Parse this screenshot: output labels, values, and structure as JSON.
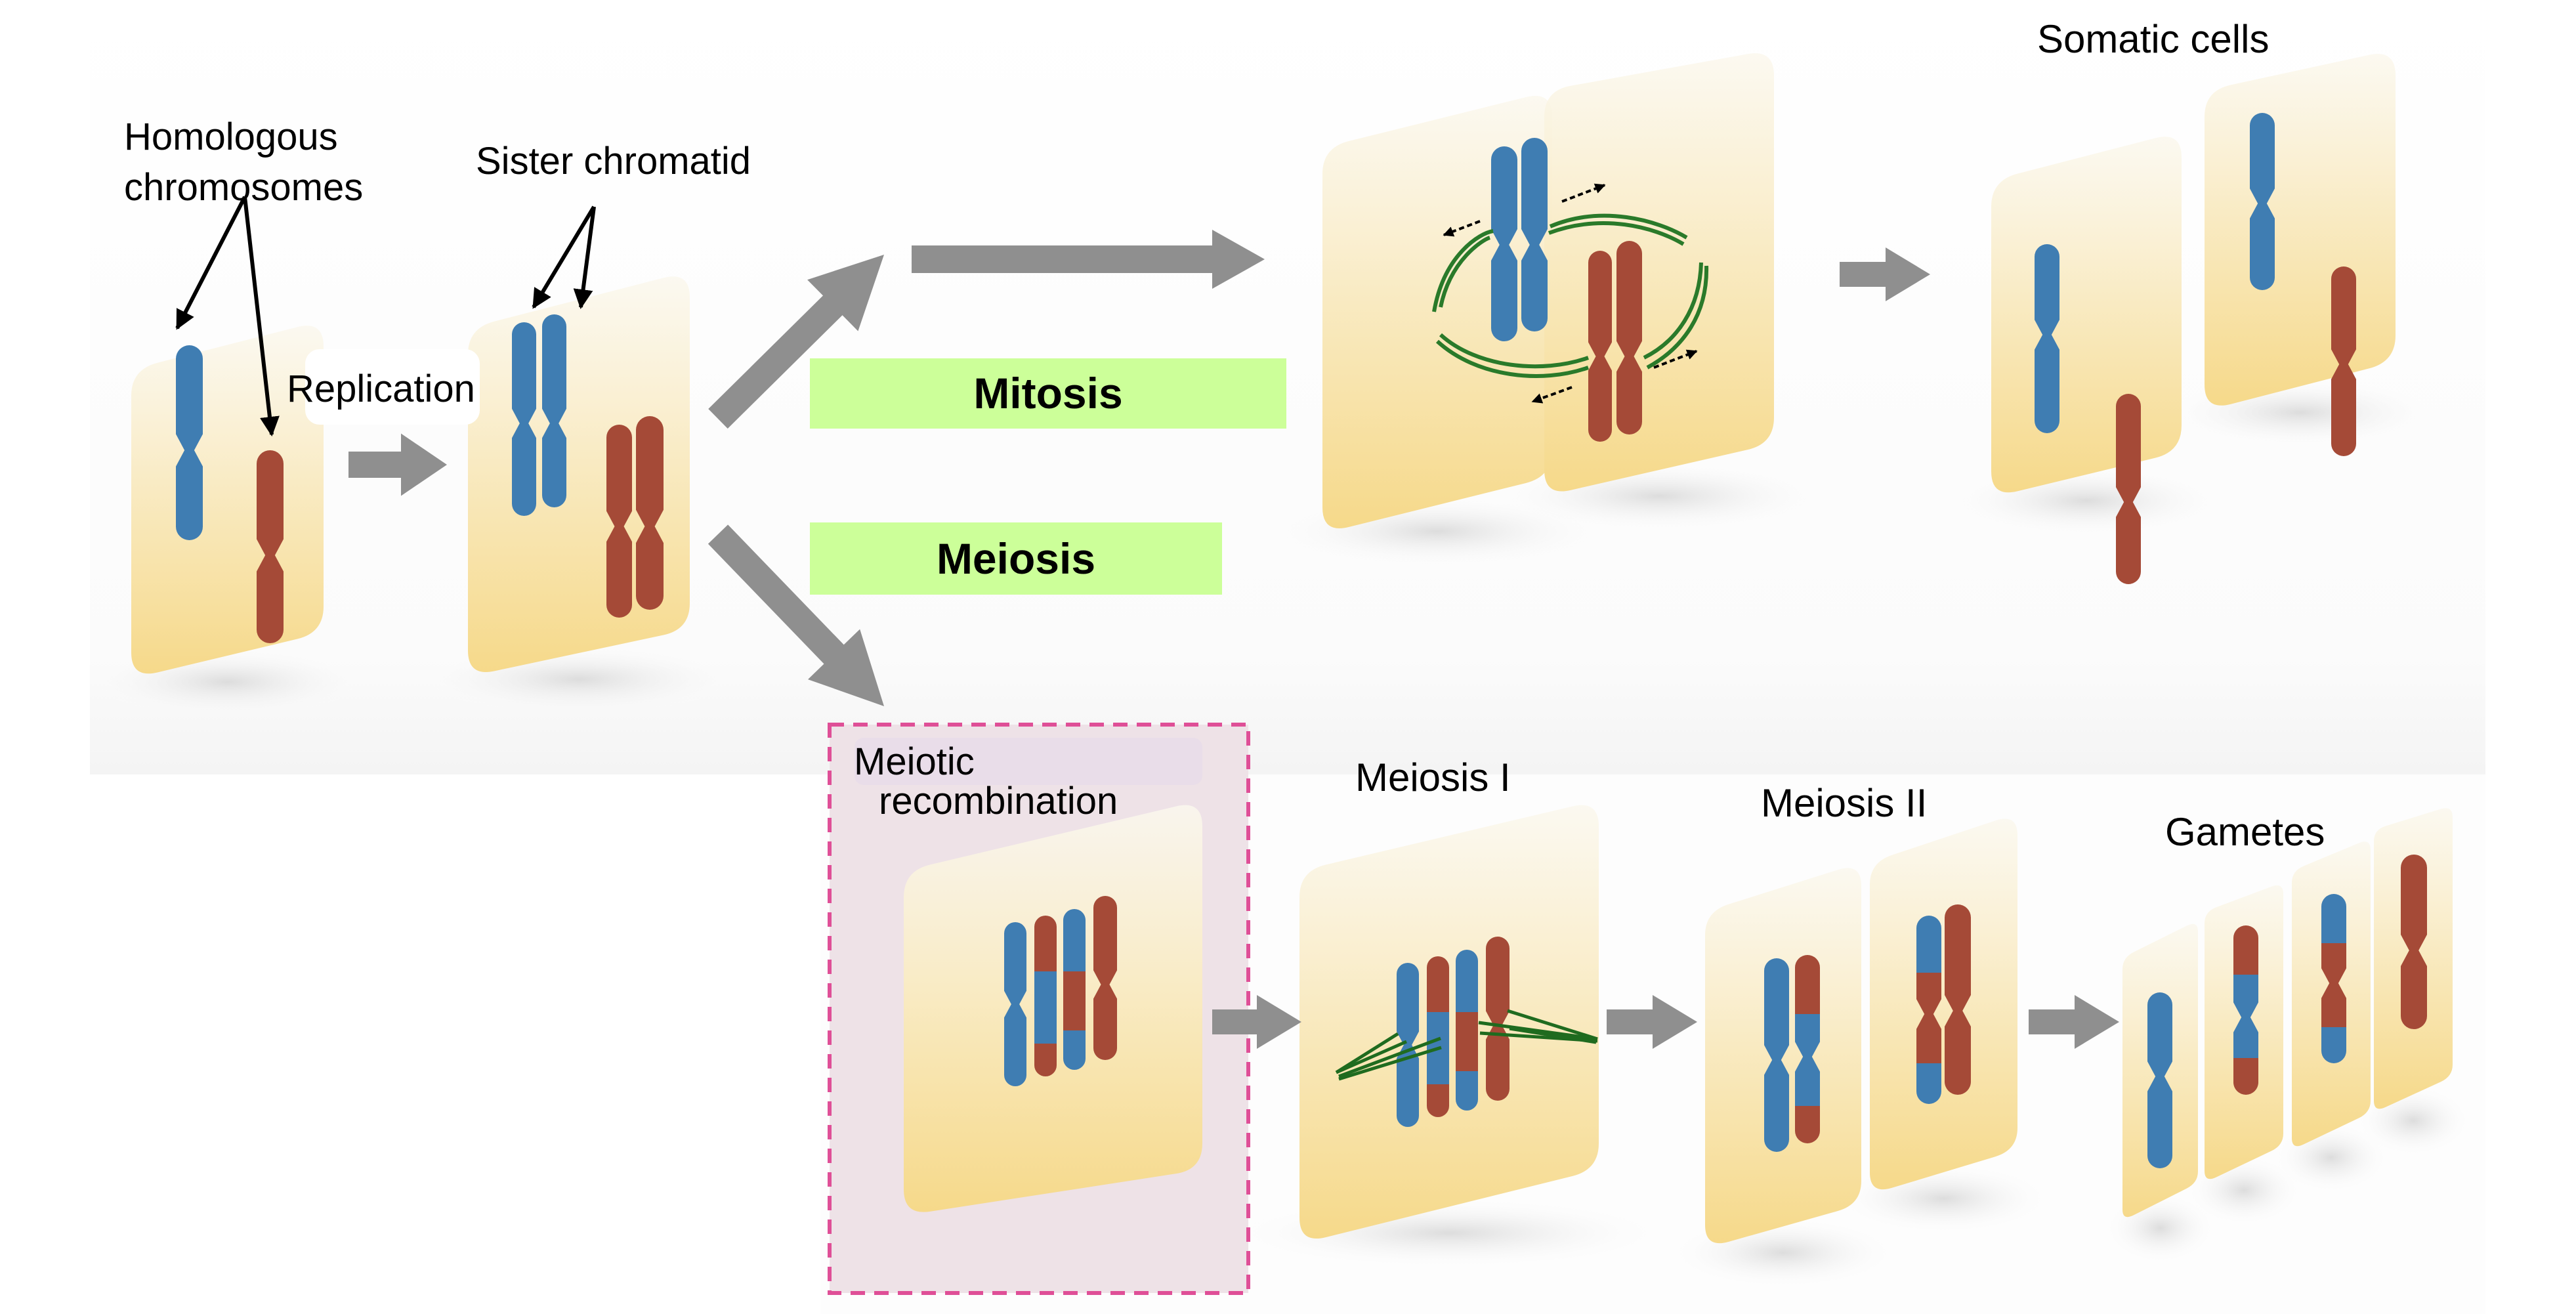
{
  "figure": {
    "title": "Mitosis versus meiosis: chromosome replication, meiotic recombination and gamete formation",
    "colors": {
      "maternal_chromosome": "#3f7db2",
      "paternal_chromosome": "#a54a37",
      "spindle": "#2a7a2a",
      "arrow": "#8f8f8f",
      "label_box": "#ccff99",
      "recombination_box_border": "#df4f97",
      "recombination_box_fill": "#eee2e7",
      "cell_top": "#fbf7ec",
      "cell_bottom": "#f6d98c"
    }
  },
  "labels": {
    "homologous_line1": "Homologous",
    "homologous_line2": "chromosomes",
    "sister_chromatid": "Sister chromatid",
    "replication": "Replication",
    "mitosis": "Mitosis",
    "meiosis": "Meiosis",
    "somatic_cells": "Somatic cells",
    "meiotic_line1": "Meiotic",
    "meiotic_line2": "recombination",
    "meiosis_1": "Meiosis I",
    "meiosis_2": "Meiosis II",
    "gametes": "Gametes"
  },
  "stages": [
    {
      "id": "homologous",
      "chromosomes": [
        "maternal single",
        "paternal single"
      ]
    },
    {
      "id": "replicated",
      "chromosomes": [
        "maternal pair of sister chromatids",
        "paternal pair of sister chromatids"
      ]
    },
    {
      "id": "mitotic-division",
      "pathway": "Mitosis"
    },
    {
      "id": "somatic-cells",
      "count": 2,
      "pathway": "Mitosis"
    },
    {
      "id": "meiotic-recombination",
      "pathway": "Meiosis"
    },
    {
      "id": "meiosis-1",
      "pathway": "Meiosis"
    },
    {
      "id": "meiosis-2",
      "count": 2,
      "pathway": "Meiosis"
    },
    {
      "id": "gametes",
      "count": 4,
      "pathway": "Meiosis"
    }
  ]
}
